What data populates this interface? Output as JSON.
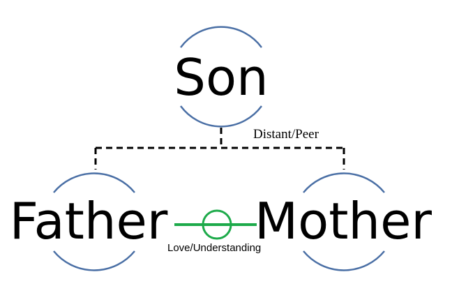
{
  "nodes": {
    "son": "Son",
    "father": "Father",
    "mother": "Mother"
  },
  "relations": {
    "son_parents": "Distant/Peer",
    "father_mother": "Love/Understanding"
  },
  "colors": {
    "arc": "#4a6fa5",
    "love_line": "#1daa4a",
    "dashed": "#000000"
  }
}
